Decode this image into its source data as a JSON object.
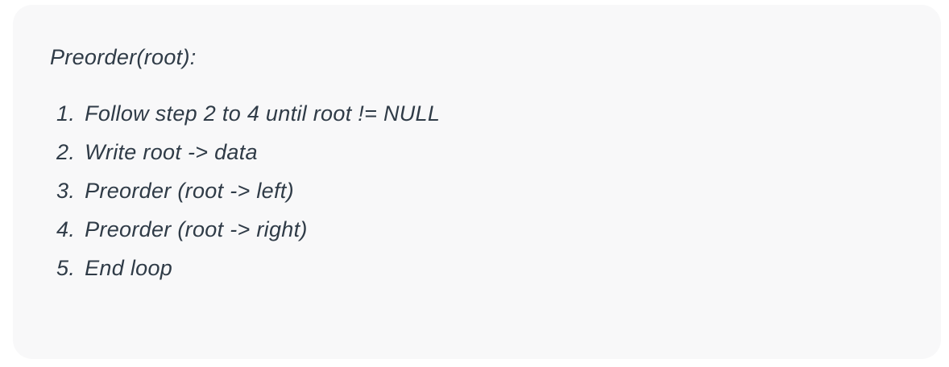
{
  "card": {
    "title": "Preorder(root):",
    "steps": [
      {
        "number": "1.",
        "label": "Follow step 2 to 4 until root != NULL"
      },
      {
        "number": "2.",
        "label": "Write root -> data"
      },
      {
        "number": "3.",
        "label": "Preorder (root -> left)"
      },
      {
        "number": "4.",
        "label": "Preorder (root -> right)"
      },
      {
        "number": "5.",
        "label": "End loop"
      }
    ]
  },
  "colors": {
    "page_background": "#ffffff",
    "card_background": "#f8f8f9",
    "text": "#2f3b47"
  }
}
